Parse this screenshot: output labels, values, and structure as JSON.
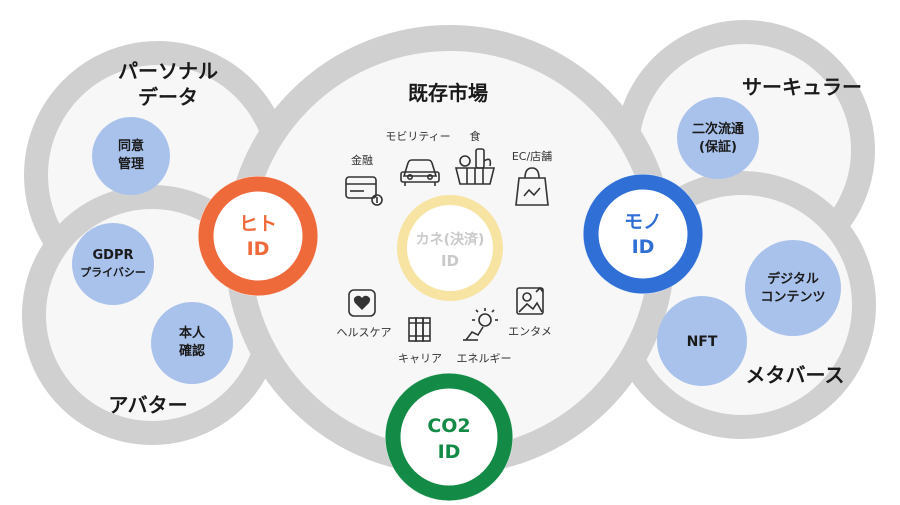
{
  "colors": {
    "ring_gray": "#d0d0d0",
    "ring_fill": "#f7f7f7",
    "bubble_blue": "#a9c2ec",
    "hito_orange": "#ef6a3a",
    "mono_blue": "#2f6fd6",
    "co2_green": "#138a46",
    "kane_yellow": "#f7e3a2",
    "kane_text": "#c9c9c9",
    "icon_gray": "#333333"
  },
  "clusters": {
    "personal_data": {
      "line1": "パーソナル",
      "line2": "データ"
    },
    "avatar": "アバター",
    "existing_market": "既存市場",
    "circular": "サーキュラー",
    "metaverse": "メタバース"
  },
  "bubbles": {
    "consent": {
      "line1": "同意",
      "line2": "管理"
    },
    "gdpr": {
      "line1": "GDPR",
      "line2": "プライバシー"
    },
    "identity": {
      "line1": "本人",
      "line2": "確認"
    },
    "secondary": {
      "line1": "二次流通",
      "line2": "(保証)"
    },
    "digital_content": {
      "line1": "デジタル",
      "line2": "コンテンツ"
    },
    "nft": "NFT"
  },
  "ids": {
    "hito": {
      "line1": "ヒト",
      "line2": "ID"
    },
    "mono": {
      "line1": "モノ",
      "line2": "ID"
    },
    "co2": {
      "line1": "CO2",
      "line2": "ID"
    },
    "kane": {
      "line1": "カネ(決済)",
      "line2": "ID"
    }
  },
  "market_items": {
    "finance": {
      "label": "金融",
      "icon": "credit-card-icon"
    },
    "mobility": {
      "label": "モビリティー",
      "icon": "car-icon"
    },
    "food": {
      "label": "食",
      "icon": "food-basket-icon"
    },
    "ec_store": {
      "label": "EC/店舗",
      "icon": "shopping-bag-icon"
    },
    "healthcare": {
      "label": "ヘルスケア",
      "icon": "heart-watch-icon"
    },
    "career": {
      "label": "キャリア",
      "icon": "books-icon"
    },
    "energy": {
      "label": "エネルギー",
      "icon": "energy-bulb-icon"
    },
    "entertainment": {
      "label": "エンタメ",
      "icon": "entertainment-icon"
    }
  }
}
